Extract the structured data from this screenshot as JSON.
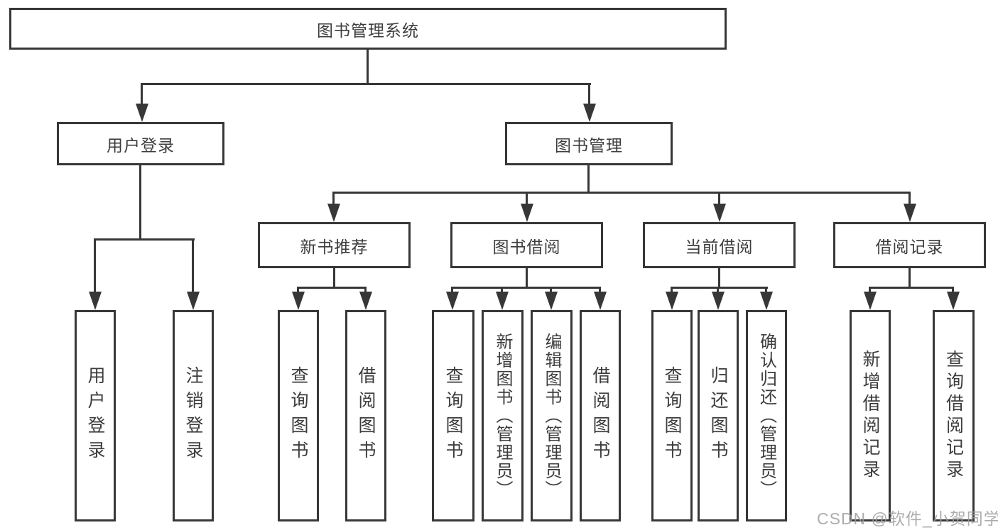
{
  "tree": {
    "label": "图书管理系统",
    "children": [
      {
        "label": "用户登录",
        "children": [
          {
            "label": "用户登录"
          },
          {
            "label": "注销登录"
          }
        ]
      },
      {
        "label": "图书管理",
        "children": [
          {
            "label": "新书推荐",
            "children": [
              {
                "label": "查询图书"
              },
              {
                "label": "借阅图书"
              }
            ]
          },
          {
            "label": "图书借阅",
            "children": [
              {
                "label": "查询图书"
              },
              {
                "label": "新增图书（管理员）"
              },
              {
                "label": "编辑图书（管理员）"
              },
              {
                "label": "借阅图书"
              }
            ]
          },
          {
            "label": "当前借阅",
            "children": [
              {
                "label": "查询图书"
              },
              {
                "label": "归还图书"
              },
              {
                "label": "确认归还（管理员）"
              }
            ]
          },
          {
            "label": "借阅记录",
            "children": [
              {
                "label": "新增借阅记录"
              },
              {
                "label": "查询借阅记录"
              }
            ]
          }
        ]
      }
    ]
  },
  "watermark": {
    "text": "CSDN @软件_小贺同学"
  },
  "colors": {
    "line": "#373737",
    "text": "#3d3d3d",
    "watermark": "#9e9e9e",
    "background": "#ffffff"
  }
}
